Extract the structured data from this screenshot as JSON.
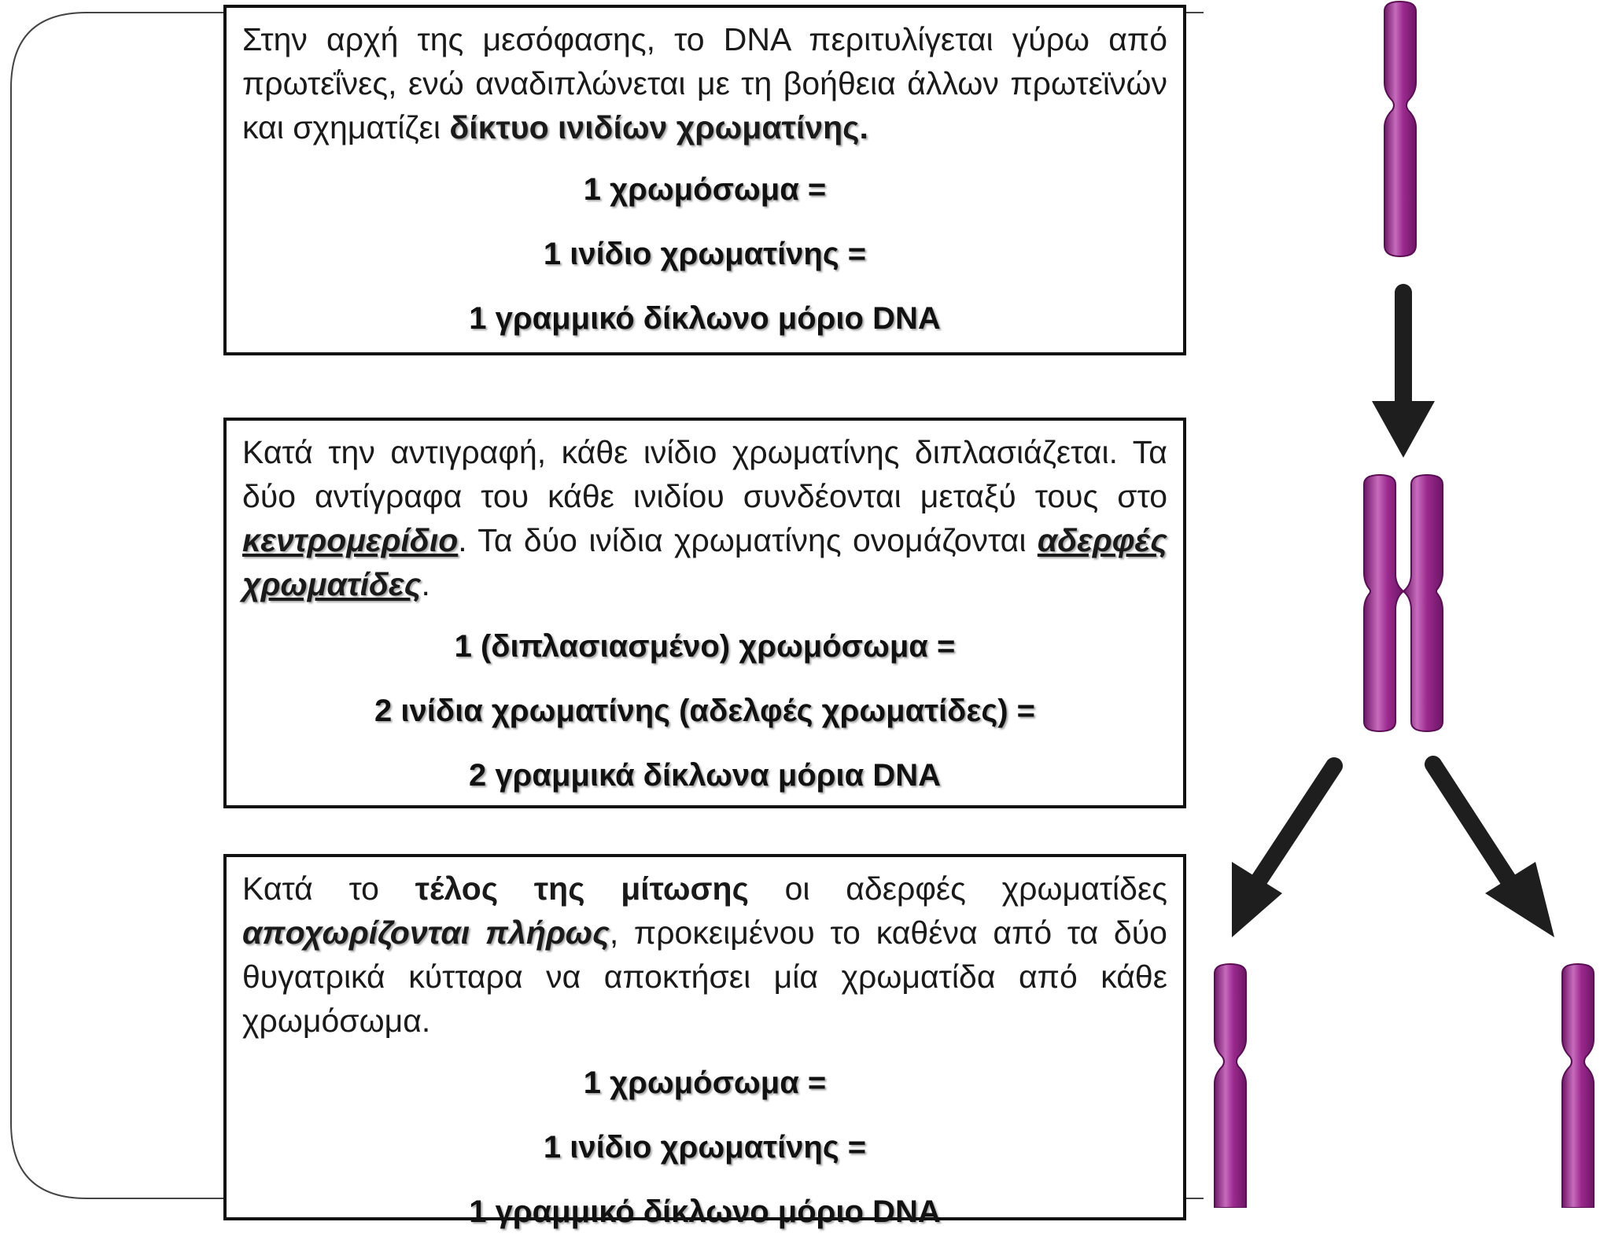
{
  "box1": {
    "paragraph": {
      "t1": "Στην αρχή της μεσόφασης, το DNA περιτυλίγεται γύρω από πρωτεΐνες, ενώ αναδιπλώνεται με τη βοήθεια άλλων πρωτεϊνών και σχηματίζει ",
      "b1": "δίκτυο ινιδίων χρωματίνης."
    },
    "equations": [
      "1 χρωμόσωμα =",
      "1 ινίδιο χρωματίνης =",
      "1 γραμμικό δίκλωνο μόριο DNA"
    ]
  },
  "box2": {
    "paragraph": {
      "t1": "Κατά την αντιγραφή, κάθε ινίδιο χρωματίνης διπλασιάζεται. Τα δύο αντίγραφα του κάθε ινιδίου συνδέονται μεταξύ τους στο ",
      "b1": "κεντρομερίδιο",
      "t2": ". Τα δύο ινίδια χρωματίνης ονομάζονται ",
      "b2": "αδερφές χρωματίδες",
      "t3": "."
    },
    "equations": [
      "1 (διπλασιασμένο) χρωμόσωμα =",
      "2 ινίδια χρωματίνης (αδελφές χρωματίδες) =",
      "2 γραμμικά δίκλωνα μόρια DNA"
    ]
  },
  "box3": {
    "paragraph": {
      "t1": "Κατά το ",
      "b1": "τέλος της μίτωσης",
      "t2": " οι αδερφές χρωματίδες ",
      "b2": "αποχωρίζονται πλήρως",
      "t3": ", προκειμένου το καθένα από τα δύο θυγατρικά κύτταρα να αποκτήσει μία χρωματίδα από κάθε χρωμόσωμα."
    },
    "equations": [
      "1 χρωμόσωμα =",
      "1 ινίδιο χρωματίνης =",
      "1 γραμμικό δίκλωνο μόριο DNA"
    ]
  },
  "colors": {
    "chromosome_fill": "#9b2a8e",
    "chromosome_edge": "#6d1566",
    "chromosome_highlight": "#c76cbc",
    "arrow": "#1e1e1e",
    "border": "#111111"
  }
}
